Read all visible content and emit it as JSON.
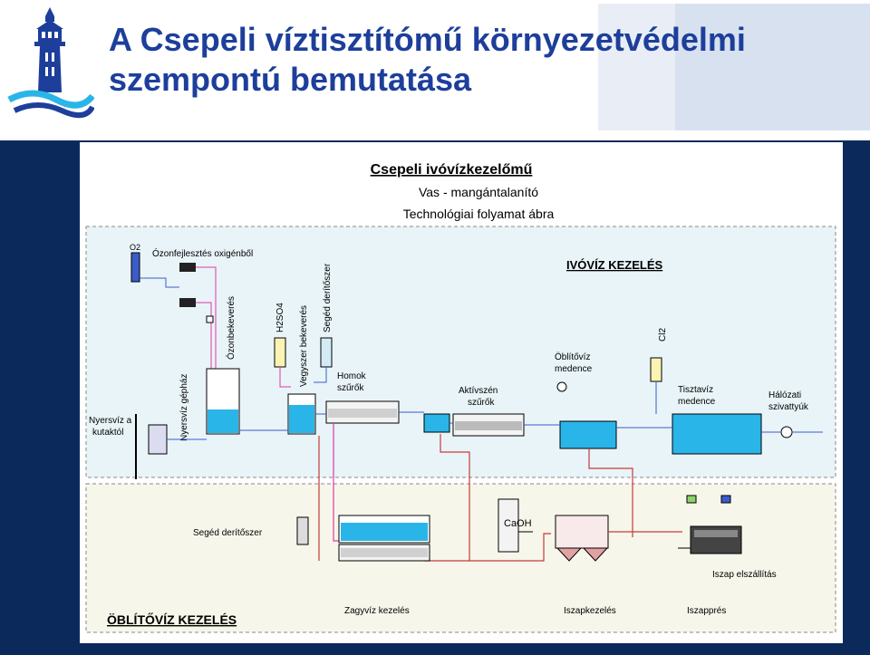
{
  "title": "A Csepeli víztisztítómű környezetvédelmi szempontú bemutatása",
  "diagram": {
    "heading": "Csepeli ivóvízkezelőmű",
    "sub1": "Vas - mangántalanító",
    "sub2": "Technológiai folyamat ábra",
    "upper_section": "IVÓVÍZ KEZELÉS",
    "lower_section": "ÖBLÍTŐVÍZ KEZELÉS",
    "labels": {
      "o2": "O2",
      "ozone_gen": "Ózonfejlesztés oxigénből",
      "ozone_in": "Ózonbekeverés",
      "h2so4": "H2SO4",
      "chem_mix": "Vegyszer bekeverés",
      "aux_clar": "Segéd derítőszer",
      "raw_pump": "Nyersvíz gépház",
      "raw_from1": "Nyersvíz a",
      "raw_from2": "kutaktól",
      "sand1": "Homok",
      "sand2": "szűrők",
      "carbon1": "Aktívszén",
      "carbon2": "szűrők",
      "rinse1": "Öblítővíz",
      "rinse2": "medence",
      "cl2": "Cl2",
      "clean1": "Tisztavíz",
      "clean2": "medence",
      "net1": "Hálózati",
      "net2": "szivattyúk",
      "aux_clar_lower": "Segéd derítőszer",
      "caoh": "CaOH",
      "sludge_removal": "Iszap elszállítás",
      "slurry": "Zagyvíz kezelés",
      "sludge_treat": "Iszapkezelés",
      "sludge_press": "Iszapprés"
    }
  },
  "colors": {
    "title": "#1d3f9b",
    "panel": "#0b2a5b",
    "section_bg": "#e8f4f8",
    "water": "#2ab5e8",
    "pipe_red": "#c83a3a",
    "pipe_pink": "#e23aa6",
    "pipe_blue": "#3b5cc9"
  }
}
